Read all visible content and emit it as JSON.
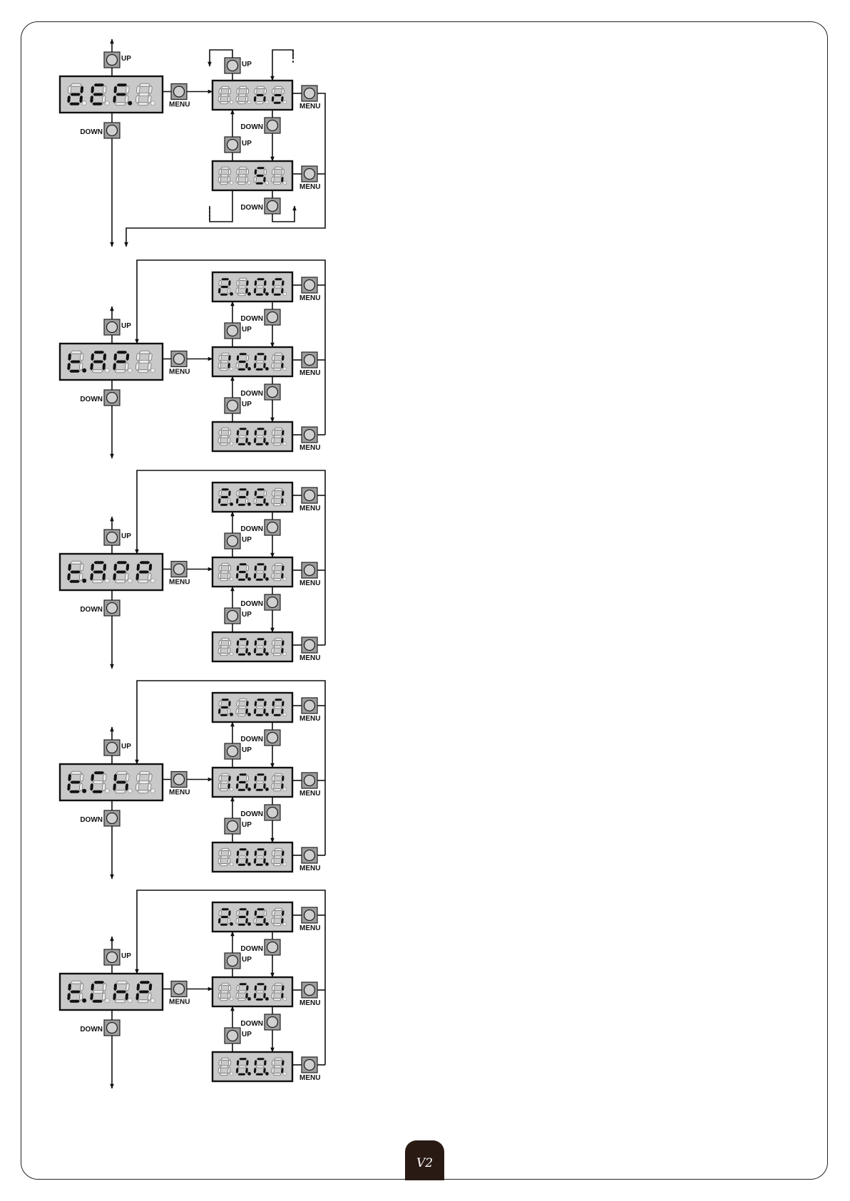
{
  "buttons": {
    "up": "UP",
    "down": "DOWN",
    "menu": "MENU"
  },
  "parameters": [
    {
      "code": {
        "text": "dEF.",
        "digits": [
          "d",
          "E",
          "F",
          ""
        ],
        "dots": [
          false,
          false,
          true,
          false
        ]
      },
      "options": [
        {
          "text": "no",
          "digits": [
            "",
            "",
            "n",
            "o"
          ],
          "dots": [
            false,
            false,
            false,
            false
          ]
        },
        {
          "text": "Si",
          "digits": [
            "",
            "",
            "S",
            "i"
          ],
          "dots": [
            false,
            false,
            false,
            false
          ]
        }
      ]
    },
    {
      "code": {
        "text": "t.AP",
        "digits": [
          "t",
          "A",
          "P",
          ""
        ],
        "dots": [
          true,
          false,
          false,
          false
        ]
      },
      "options": [
        {
          "text": "2.1.0.0",
          "digits": [
            "2",
            "1",
            "0",
            "0"
          ],
          "dots": [
            true,
            true,
            true,
            false
          ]
        },
        {
          "text": "15.0.1",
          "digits": [
            "1",
            "5",
            "0",
            "1"
          ],
          "dots": [
            false,
            true,
            true,
            false
          ]
        },
        {
          "text": "0.0.1",
          "digits": [
            "",
            "0",
            "0",
            "1"
          ],
          "dots": [
            false,
            true,
            true,
            false
          ]
        }
      ]
    },
    {
      "code": {
        "text": "t.APP",
        "digits": [
          "t",
          "A",
          "P",
          "P"
        ],
        "dots": [
          true,
          false,
          false,
          false
        ]
      },
      "options": [
        {
          "text": "2.2.5.1",
          "digits": [
            "2",
            "2",
            "5",
            "1"
          ],
          "dots": [
            true,
            true,
            true,
            false
          ]
        },
        {
          "text": "6.0.1",
          "digits": [
            "",
            "6",
            "0",
            "1"
          ],
          "dots": [
            false,
            true,
            true,
            false
          ]
        },
        {
          "text": "0.0.1",
          "digits": [
            "",
            "0",
            "0",
            "1"
          ],
          "dots": [
            false,
            true,
            true,
            false
          ]
        }
      ]
    },
    {
      "code": {
        "text": "t.Ch",
        "digits": [
          "t",
          "C",
          "h",
          ""
        ],
        "dots": [
          true,
          false,
          false,
          false
        ]
      },
      "options": [
        {
          "text": "2.1.0.0",
          "digits": [
            "2",
            "1",
            "0",
            "0"
          ],
          "dots": [
            true,
            true,
            true,
            false
          ]
        },
        {
          "text": "16.0.1",
          "digits": [
            "1",
            "6",
            "0",
            "1"
          ],
          "dots": [
            false,
            true,
            true,
            false
          ]
        },
        {
          "text": "0.0.1",
          "digits": [
            "",
            "0",
            "0",
            "1"
          ],
          "dots": [
            false,
            true,
            true,
            false
          ]
        }
      ]
    },
    {
      "code": {
        "text": "t.ChP",
        "digits": [
          "t",
          "C",
          "h",
          "P"
        ],
        "dots": [
          true,
          false,
          false,
          false
        ]
      },
      "options": [
        {
          "text": "2.3.5.1",
          "digits": [
            "2",
            "3",
            "5",
            "1"
          ],
          "dots": [
            true,
            true,
            true,
            false
          ]
        },
        {
          "text": "7.0.1",
          "digits": [
            "",
            "7",
            "0",
            "1"
          ],
          "dots": [
            false,
            true,
            true,
            false
          ]
        },
        {
          "text": "0.0.1",
          "digits": [
            "",
            "0",
            "0",
            "1"
          ],
          "dots": [
            false,
            true,
            true,
            false
          ]
        }
      ]
    }
  ],
  "colors": {
    "lcd_background": "#c9c9c9",
    "segment_on": "#111111",
    "segment_off": "#ececec",
    "button_square": "#9d9d9d",
    "logo_tab": "#2a1a14"
  },
  "icons": {
    "logo": "v2-logo-icon"
  },
  "logo": {
    "text": "V2"
  }
}
